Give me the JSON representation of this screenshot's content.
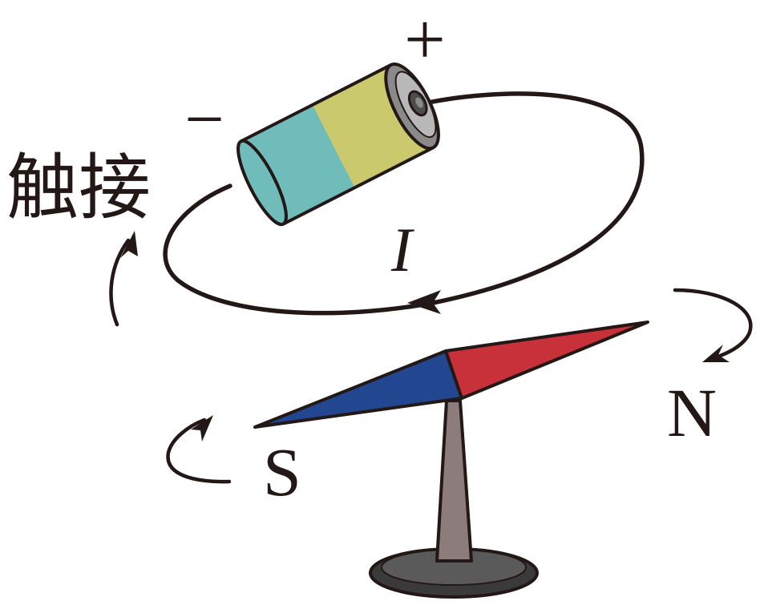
{
  "labels": {
    "plus": "+",
    "minus": "−",
    "contact": "触接",
    "current": "I",
    "north": "N",
    "south": "S"
  },
  "colors": {
    "ink": "#231815",
    "battery_cyan": "#6fbcba",
    "battery_yellow": "#cbc96d",
    "battery_cap": "#8a8a8a",
    "needle_red": "#c8303a",
    "needle_blue": "#22468f",
    "stand_gray": "#8c7c7c",
    "base_dark": "#4a4a4a"
  },
  "icons": [
    "battery-icon",
    "compass-needle-icon",
    "stand-icon",
    "rotation-arrow-icon"
  ]
}
